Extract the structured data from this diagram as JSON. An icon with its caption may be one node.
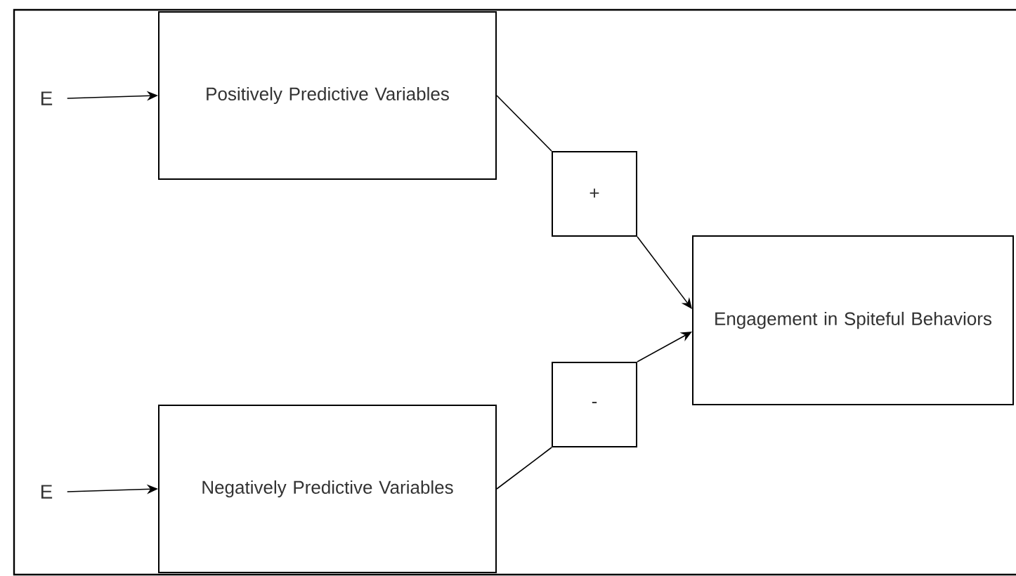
{
  "diagram": {
    "nodes": [
      {
        "text": [
          "E"
        ]
      },
      {
        "text": [
          "Positively Predictive Variables"
        ]
      },
      {
        "text": [
          "+"
        ]
      },
      {
        "text": [
          "Engagement in Spiteful Behaviors"
        ]
      },
      {
        "text": [
          "-"
        ]
      },
      {
        "text": [
          "E"
        ]
      },
      {
        "text": [
          "Negatively Predictive Variables"
        ]
      }
    ],
    "edges": [
      {
        "from": 0,
        "to": 1,
        "arrow": "to"
      },
      {
        "from": 1,
        "to": 2,
        "arrow": "none"
      },
      {
        "from": 2,
        "to": 3,
        "arrow": "to"
      },
      {
        "from": 6,
        "to": 4,
        "arrow": "none"
      },
      {
        "from": 4,
        "to": 3,
        "arrow": "to"
      },
      {
        "from": 5,
        "to": 6,
        "arrow": "to"
      }
    ]
  }
}
